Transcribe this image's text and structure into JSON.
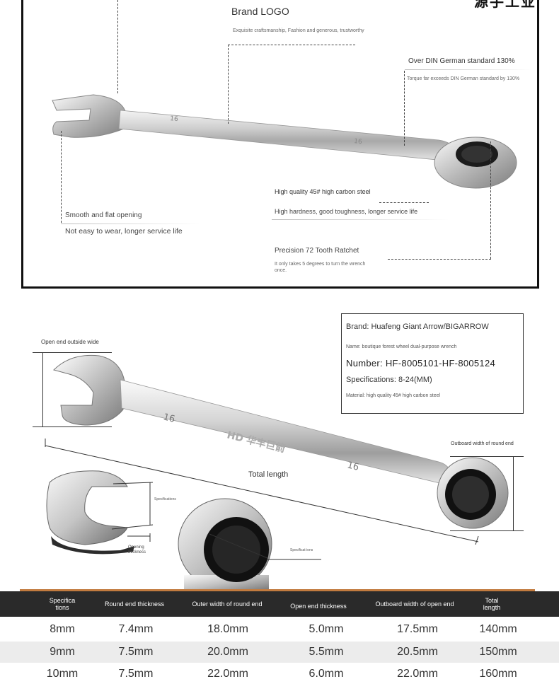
{
  "top_panel": {
    "brand_cn": "源手工业",
    "brand_logo": "Brand LOGO",
    "brand_logo_sub": "Exquisite craftsmanship, Fashion and generous, trustworthy",
    "din_title": "Over DIN German standard 130%",
    "din_sub": "Torque far exceeds DIN German standard by 130%",
    "material_title": "High quality 45# high carbon steel",
    "material_sub": "High hardness, good toughness, longer service life",
    "opening_title": "Smooth and flat opening",
    "opening_sub": "Not easy to wear, longer service life",
    "ratchet_title": "Precision 72 Tooth Ratchet",
    "ratchet_sub": "It only takes 5 degrees to turn the wrench once."
  },
  "wrench": {
    "size_mark": "16",
    "brand_mark": "华丰巨箭"
  },
  "dimension_labels": {
    "open_end_outside_wide": "Open end outside wide",
    "outboard_round_end": "Outboard width of round end",
    "total_length": "Total length",
    "specifications_1": "Specifications",
    "opening_thickness": "Opening thickness",
    "specifications_2": "Specificat ions"
  },
  "spec_box": {
    "brand": "Brand: Huafeng Giant Arrow/BIGARROW",
    "name": "Name: boutique forest wheel dual-purpose wrench",
    "number": "Number: HF-8005101-HF-8005124",
    "specifications": "Specifications: 8-24(MM)",
    "material": "Material: high quality 45# high carbon steel"
  },
  "table": {
    "headers": [
      "Specifica tions",
      "Round end thickness",
      "Outer width of round end",
      "Open end thickness",
      "Outboard width of open end",
      "Total length"
    ],
    "rows": [
      [
        "8mm",
        "7.4mm",
        "18.0mm",
        "5.0mm",
        "17.5mm",
        "140mm"
      ],
      [
        "9mm",
        "7.5mm",
        "20.0mm",
        "5.5mm",
        "20.5mm",
        "150mm"
      ],
      [
        "10mm",
        "7.5mm",
        "22.0mm",
        "6.0mm",
        "22.0mm",
        "160mm"
      ]
    ]
  },
  "colors": {
    "header_bg": "#2a2a2a",
    "accent_line": "#c27b3f",
    "row_alt": "#ececec"
  }
}
